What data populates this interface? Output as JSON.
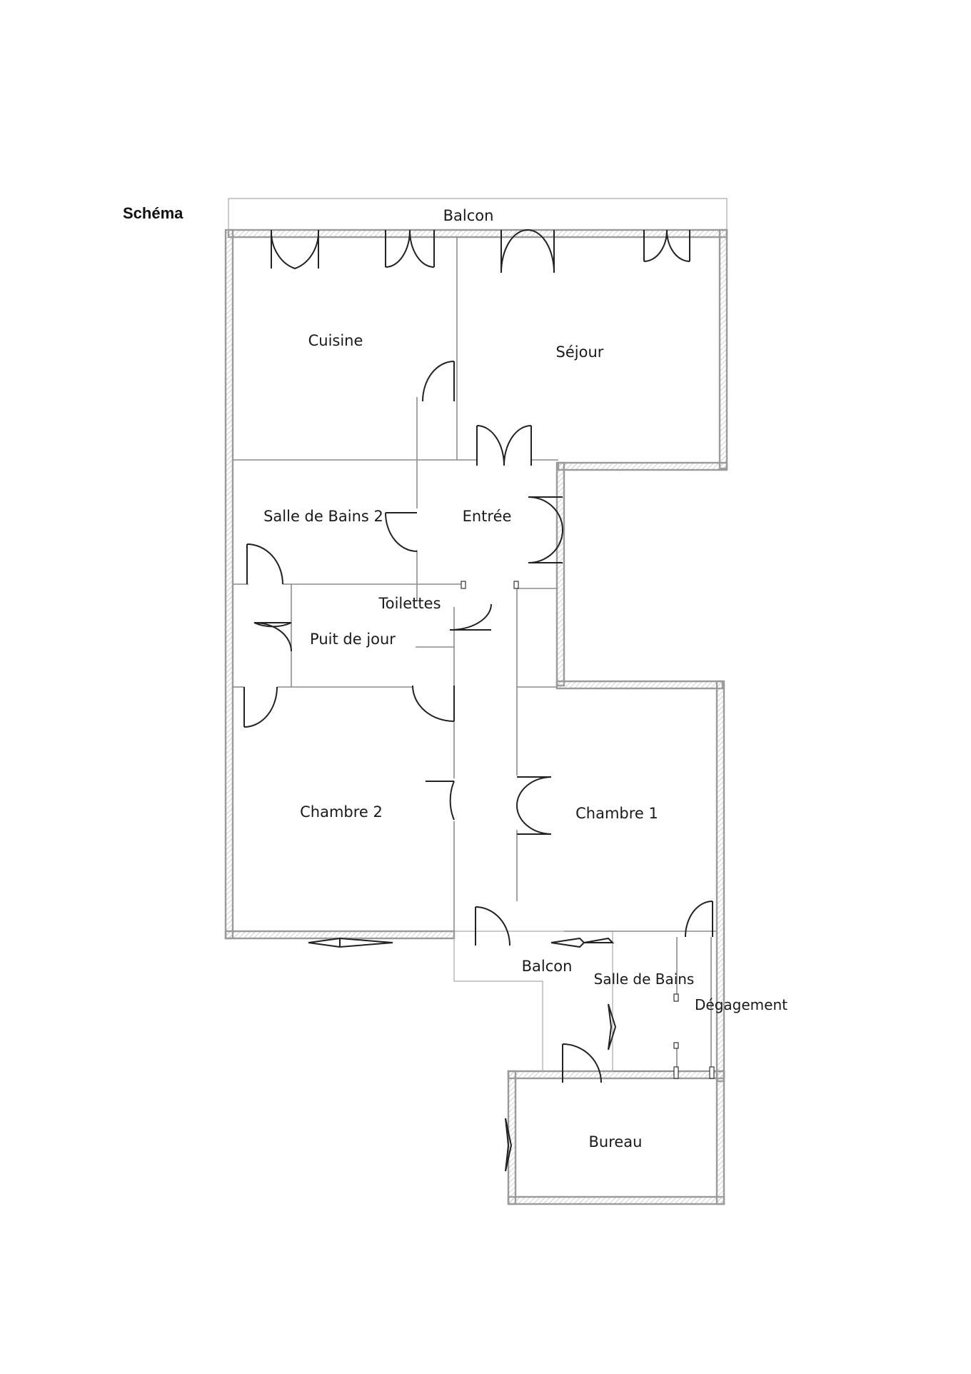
{
  "heading": "Schéma",
  "rooms": {
    "balcon_top": "Balcon",
    "cuisine": "Cuisine",
    "sejour": "Séjour",
    "salle_de_bains_2": "Salle de Bains 2",
    "entree": "Entrée",
    "toilettes": "Toilettes",
    "puit_de_jour": "Puit de jour",
    "chambre_2": "Chambre 2",
    "chambre_1": "Chambre 1",
    "balcon_bottom": "Balcon",
    "salle_de_bains": "Salle de Bains",
    "degagement": "Dégagement",
    "bureau": "Bureau"
  }
}
